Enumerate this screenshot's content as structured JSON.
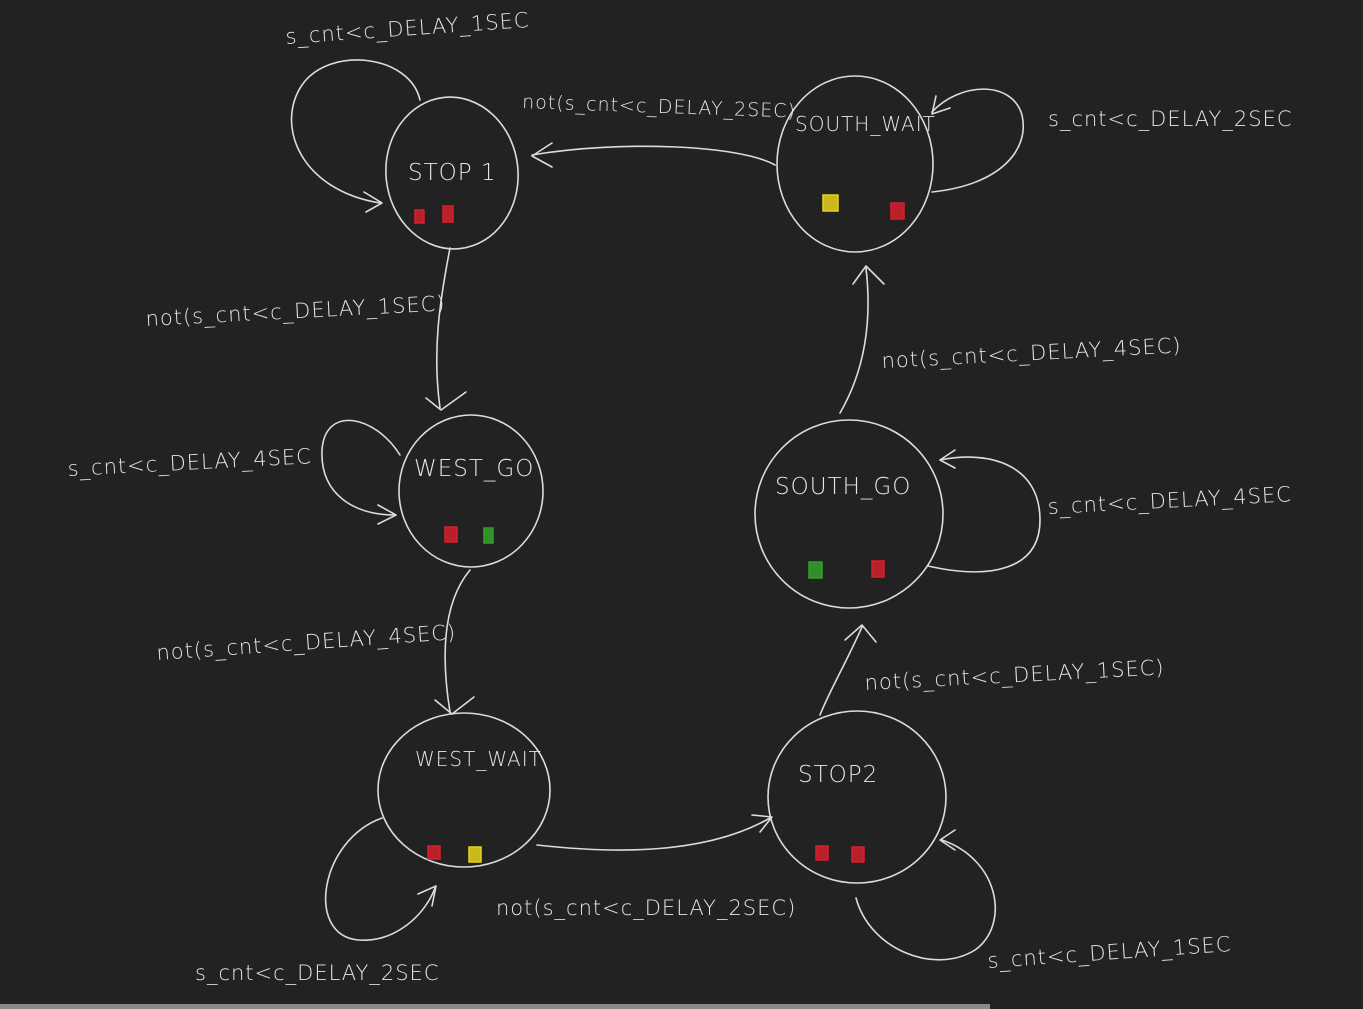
{
  "colors": {
    "background": "#222222",
    "stroke": "#dcdcdc",
    "red": "#d4202c",
    "yellow": "#e8d21c",
    "green": "#35a02b"
  },
  "states": {
    "stop1": {
      "name": "STOP 1",
      "lights": [
        "red",
        "red"
      ]
    },
    "west_go": {
      "name": "WEST_GO",
      "lights": [
        "red",
        "green"
      ]
    },
    "west_wait": {
      "name": "WEST_WAIT",
      "lights": [
        "red",
        "yellow"
      ]
    },
    "stop2": {
      "name": "STOP2",
      "lights": [
        "red",
        "red"
      ]
    },
    "south_go": {
      "name": "SOUTH_GO",
      "lights": [
        "green",
        "red"
      ]
    },
    "south_wait": {
      "name": "SOUTH_WAIT",
      "lights": [
        "yellow",
        "red"
      ]
    }
  },
  "transitions": {
    "stop1_self": "s_cnt<c_DELAY_1SEC",
    "stop1_to_west_go": "not(s_cnt<c_DELAY_1SEC)",
    "west_go_self": "s_cnt<c_DELAY_4SEC",
    "west_go_to_west_wait": "not(s_cnt<c_DELAY_4SEC)",
    "west_wait_self": "s_cnt<c_DELAY_2SEC",
    "west_wait_to_stop2": "not(s_cnt<c_DELAY_2SEC)",
    "stop2_self": "s_cnt<c_DELAY_1SEC",
    "stop2_to_south_go": "not(s_cnt<c_DELAY_1SEC)",
    "south_go_self": "s_cnt<c_DELAY_4SEC",
    "south_go_to_south_wait": "not(s_cnt<c_DELAY_4SEC)",
    "south_wait_self": "s_cnt<c_DELAY_2SEC",
    "south_wait_to_stop1": "not(s_cnt<c_DELAY_2SEC)"
  }
}
